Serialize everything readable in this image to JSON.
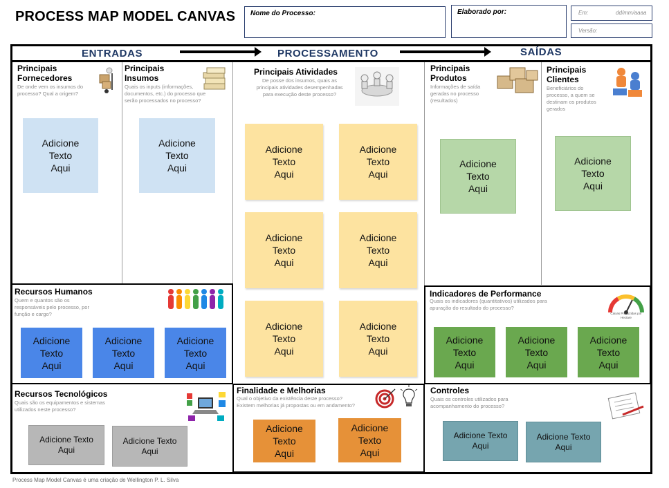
{
  "header": {
    "title": "PROCESS MAP MODEL CANVAS",
    "process_name_label": "Nome do Processo:",
    "elaborated_by_label": "Elaborado por:",
    "date_label": "Em:",
    "date_placeholder": "dd/mm/aaaa",
    "version_label": "Versão:"
  },
  "bands": {
    "inputs": "ENTRADAS",
    "processing": "PROCESSAMENTO",
    "outputs": "SAÍDAS"
  },
  "sections": {
    "suppliers": {
      "title_line1": "Principais",
      "title_line2": "Fornecedores",
      "desc": "De onde vem os insumos do processo? Qual a origem?"
    },
    "inputs": {
      "title_line1": "Principais",
      "title_line2": "Insumos",
      "desc": "Quais os inputs (informações, documentos, etc.) do processo que serão processados no processo?"
    },
    "activities": {
      "title": "Principais Atividades",
      "desc": "De posse dos insumos, quais as principais atividades desempenhadas para execução deste processo?"
    },
    "products": {
      "title_line1": "Principais",
      "title_line2": "Produtos",
      "desc": "Informações de saída geradas no processo (resultados)"
    },
    "clients": {
      "title_line1": "Principais",
      "title_line2": "Clientes",
      "desc": "Beneficiários do processo, a quem se destinam os produtos gerados"
    },
    "hr": {
      "title": "Recursos Humanos",
      "desc": "Quem e quantos são os responsáveis pelo processo, por função e cargo?"
    },
    "kpi": {
      "title": "Indicadores de Performance",
      "desc": "Quais os indicadores (quantitativos) utilizados para apuração do resultado do processo?",
      "gauge_caption": "Caixas Produzidas por Hectare"
    },
    "tech": {
      "title": "Recursos Tecnológicos",
      "desc": "Quais são os equipamentos e sistemas utilizados neste processo?"
    },
    "purpose": {
      "title": "Finalidade e Melhorias",
      "desc": "Qual o objetivo da existência deste processo? Existem melhorias já propostas ou em andamento?"
    },
    "controls": {
      "title": "Controles",
      "desc": "Quais os controles utilizados para acompanhamento do processo?"
    }
  },
  "note": {
    "line1": "Adicione",
    "line2": "Texto",
    "line3": "Aqui",
    "line12": "Adicione Texto"
  },
  "colors": {
    "band_label": "#1f3864",
    "light_blue": "#cfe2f3",
    "yellow": "#fde3a0",
    "light_green": "#b6d7a8",
    "dark_blue": "#4a86e8",
    "dark_green": "#6aa84f",
    "orange": "#e69138",
    "teal": "#76a5af",
    "gray": "#b7b7b7"
  },
  "icons": [
    "hand-truck-icon",
    "documents-stack-icon",
    "meeting-people-icon",
    "boxes-icon",
    "puzzle-people-icon",
    "people-group-icon",
    "gauge-icon",
    "computer-devices-icon",
    "target-icon",
    "lightbulb-icon",
    "checklist-icon"
  ],
  "footer": "Process Map Model Canvas é uma criação de Wellington P. L. Silva"
}
